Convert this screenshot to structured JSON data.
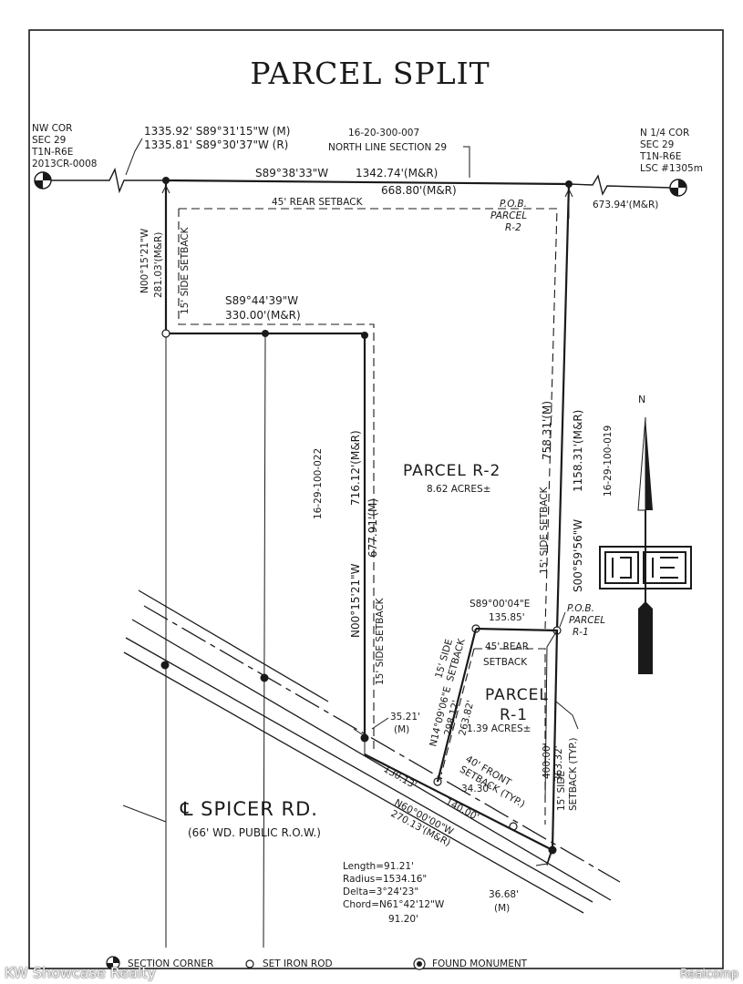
{
  "title": "PARCEL SPLIT",
  "corners": {
    "nw": [
      "NW COR",
      "SEC 29",
      "T1N-R6E",
      "2013CR-0008"
    ],
    "n_quarter": [
      "N 1/4 COR",
      "SEC 29",
      "T1N-R6E",
      "LSC #1305m"
    ]
  },
  "north_line": {
    "bearing_m": "1335.92'  S89°31'15\"W  (M)",
    "bearing_r": "1335.81'  S89°30'37\"W  (R)",
    "parcel_id": "16-20-300-007",
    "section_label": "NORTH LINE SECTION 29",
    "bearing": "S89°38'33\"W",
    "distance": "1342.74'(M&R)",
    "west_part": "668.80'(M&R)",
    "east_part": "673.94'(M&R)"
  },
  "setbacks": {
    "rear_45": "45'  REAR SETBACK",
    "side_15_left": "15'  SIDE SETBACK",
    "side_15_mid": "15'  SIDE SETBACK",
    "side_15_right": "15'  SIDE SETBACK",
    "side_15_r1": "15'  SIDE",
    "side_15_r1b": "SETBACK",
    "rear_45_r1": "45'  REAR",
    "rear_45_r1b": "SETBACK",
    "front_40": "40'  FRONT",
    "front_40b": "SETBACK (TYP.)",
    "side_typ": "15'  SIDE",
    "side_typb": "SETBACK (TYP.)"
  },
  "pob_r2": [
    "P.O.B.",
    "PARCEL",
    "R-2"
  ],
  "pob_r1": [
    "P.O.B.",
    "PARCEL",
    "R-1"
  ],
  "west_line": {
    "bearing": "N00°15'21\"W",
    "distance": "281.03'(M&R)"
  },
  "mid_line": {
    "bearing": "S89°44'39\"W",
    "distance": "330.00'(M&R)"
  },
  "parcel_ids": {
    "left": "16-29-100-022",
    "right": "16-29-100-019"
  },
  "r2_west": {
    "distance_mr": "716.12'(M&R)",
    "distance_m": "677.91'(M)",
    "bearing": "N00°15'21\"W"
  },
  "parcel_r2": {
    "name": "PARCEL  R-2",
    "area": "8.62  ACRES±"
  },
  "east_line": {
    "distance_m": "758.31'(M)",
    "distance_mr": "1158.31'(M&R)",
    "bearing": "S00°59'56\"W"
  },
  "north_arrow": "N",
  "r1_north": {
    "bearing": "S89°00'04\"E",
    "distance": "135.85'"
  },
  "r1_west": {
    "bearing": "N14°09'06\"E",
    "distance1": "298.12'",
    "distance2": "263.82'"
  },
  "parcel_r1": {
    "name1": "PARCEL",
    "name2": "R-1",
    "area": "1.39  ACRES±"
  },
  "r1_east": {
    "d1": "400.00'",
    "d2": "363.32'"
  },
  "road_dims": {
    "d1": "35.21'",
    "d1_m": "(M)",
    "d2": "130.13'",
    "d3": "34.30'",
    "bearing": "N60°00'00\"W",
    "d4": "140.00'",
    "d5": "270.13'(M&R)",
    "d6": "36.68'",
    "d6_m": "(M)"
  },
  "road": {
    "name": "℄  SPICER RD.",
    "desc": "(66'  WD.  PUBLIC  R.O.W.)"
  },
  "curve": {
    "length": "Length=91.21'",
    "radius": "Radius=1534.16\"",
    "delta": "Delta=3°24'23\"",
    "chord": "Chord=N61°42'12\"W",
    "chord_len": "91.20'"
  },
  "legend": {
    "corner": "SECTION  CORNER",
    "iron": "SET  IRON  ROD",
    "monument": "FOUND  MONUMENT"
  },
  "watermarks": {
    "left": "KW Showcase Realty",
    "right": "Realcomp"
  }
}
